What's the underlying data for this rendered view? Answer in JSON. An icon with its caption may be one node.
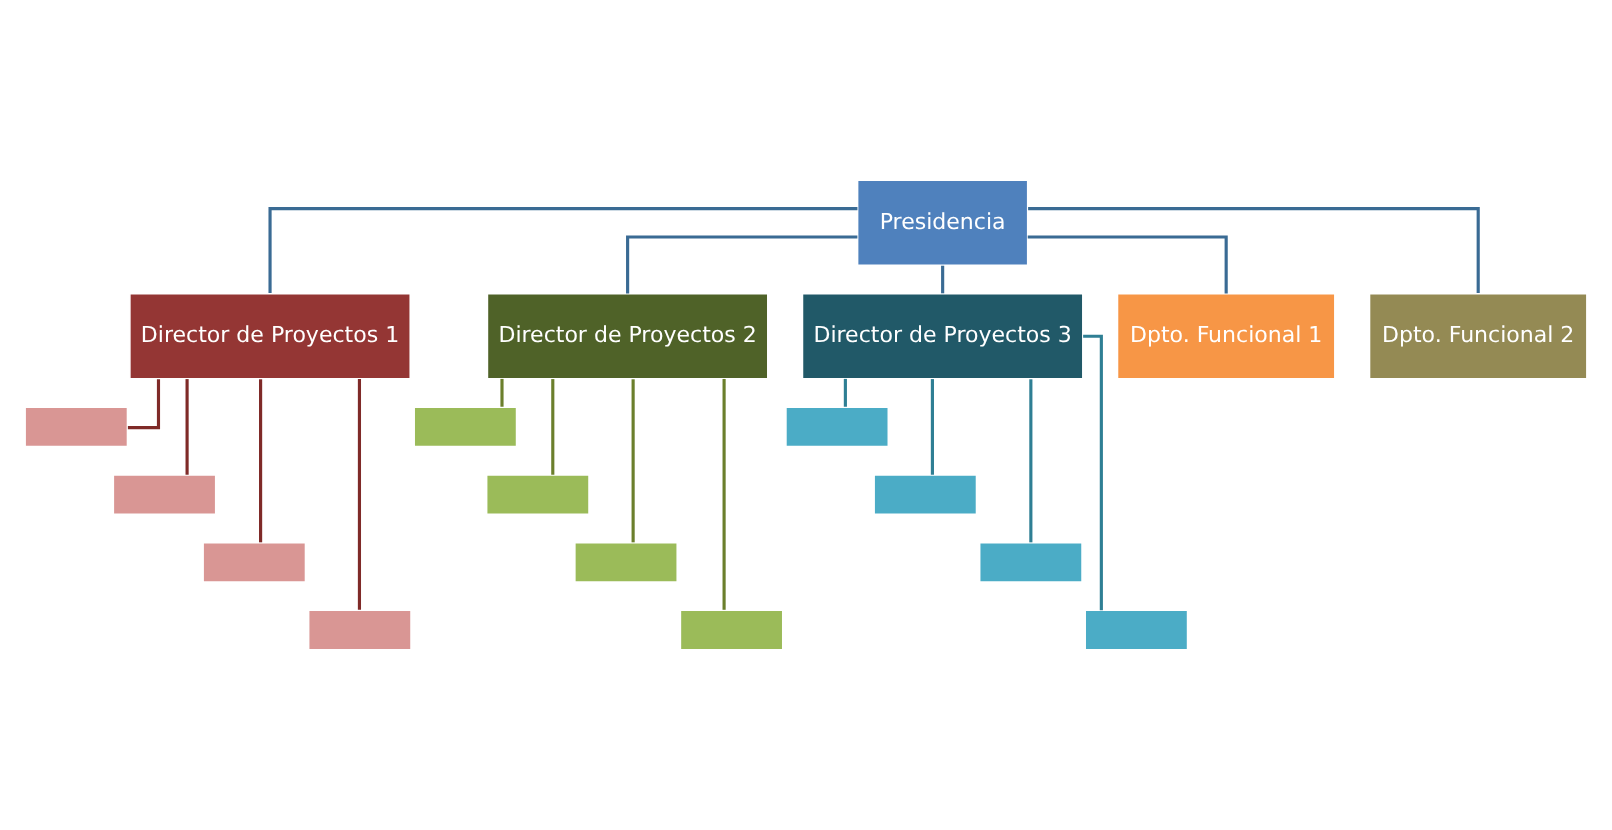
{
  "diagram": {
    "nodes": [
      {
        "text": [
          "Presidencia"
        ]
      },
      {
        "text": [
          "Director de Proyectos 1"
        ]
      },
      {
        "text": [
          "Director de Proyectos 2"
        ]
      },
      {
        "text": [
          "Director de Proyectos 3"
        ]
      },
      {
        "text": [
          "Dpto. Funcional 1"
        ]
      },
      {
        "text": [
          "Dpto. Funcional 2"
        ]
      },
      {
        "text": [],
        "shape": "box"
      },
      {
        "text": [],
        "shape": "box"
      },
      {
        "text": [],
        "shape": "box"
      },
      {
        "text": [],
        "shape": "box"
      },
      {
        "text": [],
        "shape": "box"
      },
      {
        "text": [],
        "shape": "box"
      },
      {
        "text": [],
        "shape": "box"
      },
      {
        "text": [],
        "shape": "box"
      },
      {
        "text": [],
        "shape": "box"
      },
      {
        "text": [],
        "shape": "box"
      },
      {
        "text": [],
        "shape": "box"
      },
      {
        "text": [],
        "shape": "box"
      }
    ],
    "edges": [
      {
        "from": 0,
        "to": 1,
        "arrow": "none",
        "color": "#3a6b94"
      },
      {
        "from": 0,
        "to": 2,
        "arrow": "none",
        "color": "#3a6b94"
      },
      {
        "from": 0,
        "to": 3,
        "arrow": "none",
        "color": "#3a6b94"
      },
      {
        "from": 0,
        "to": 4,
        "arrow": "none",
        "color": "#3a6b94"
      },
      {
        "from": 0,
        "to": 5,
        "arrow": "none",
        "color": "#3a6b94"
      },
      {
        "from": 1,
        "to": 6,
        "arrow": "none",
        "color": "#7f2a28"
      },
      {
        "from": 1,
        "to": 7,
        "arrow": "none",
        "color": "#7f2a28"
      },
      {
        "from": 1,
        "to": 8,
        "arrow": "none",
        "color": "#7f2a28"
      },
      {
        "from": 1,
        "to": 9,
        "arrow": "none",
        "color": "#7f2a28"
      },
      {
        "from": 2,
        "to": 10,
        "arrow": "none",
        "color": "#6b7f2c"
      },
      {
        "from": 2,
        "to": 11,
        "arrow": "none",
        "color": "#6b7f2c"
      },
      {
        "from": 2,
        "to": 12,
        "arrow": "none",
        "color": "#6b7f2c"
      },
      {
        "from": 2,
        "to": 13,
        "arrow": "none",
        "color": "#6b7f2c"
      },
      {
        "from": 3,
        "to": 14,
        "arrow": "none",
        "color": "#2f7f94"
      },
      {
        "from": 3,
        "to": 15,
        "arrow": "none",
        "color": "#2f7f94"
      },
      {
        "from": 3,
        "to": 16,
        "arrow": "none",
        "color": "#2f7f94"
      },
      {
        "from": 3,
        "to": 17,
        "arrow": "none",
        "color": "#2f7f94"
      }
    ]
  }
}
